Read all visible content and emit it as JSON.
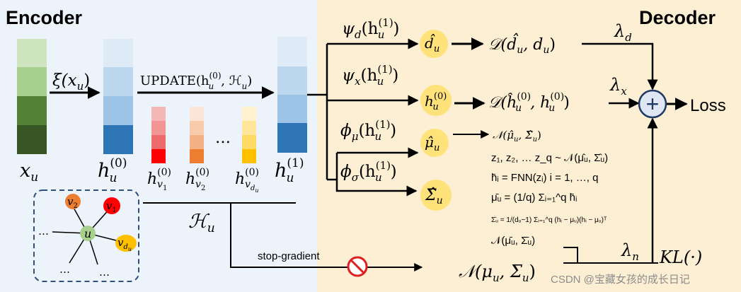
{
  "encoder": {
    "title": "Encoder",
    "xi_label": "ξ(x",
    "xi_sub": "u",
    "xi_tail": ")",
    "update_label": "UPDATE(h",
    "update_sub": "u",
    "update_sup": "(0)",
    "update_mid": ", ℋ",
    "update_sub2": "u",
    "update_tail": ")",
    "x_label": "x",
    "x_sub": "u",
    "h0_label": "h",
    "h0_sup": "(0)",
    "h0_sub": "u",
    "h1_label": "h",
    "h1_sup": "(1)",
    "h1_sub": "u",
    "hv1_label": "h",
    "hv1_sup": "(0)",
    "hv1_sub": "v",
    "hv1_subsub": "1",
    "hv2_label": "h",
    "hv2_sup": "(0)",
    "hv2_sub": "v",
    "hv2_subsub": "2",
    "hvd_label": "h",
    "hvd_sup": "(0)",
    "hvd_sub": "v",
    "hvd_subsub": "d",
    "hvd_subsubsub": "u",
    "neighbors_ellipsis": "…",
    "H_label": "ℋ",
    "H_sub": "u",
    "graph": {
      "center": "u",
      "v1": "v",
      "v1_sub": "1",
      "v2": "v",
      "v2_sub": "2",
      "vd": "v",
      "vd_sub": "d",
      "vd_subsub": "u",
      "dots": "…"
    },
    "colors": {
      "green_1": "#cfe5bf",
      "green_2": "#a8d08d",
      "green_3": "#538135",
      "green_4": "#375623",
      "blue_1": "#deebf7",
      "blue_2": "#bdd7ee",
      "blue_3": "#9dc3e6",
      "blue_4": "#2e75b6",
      "red_1": "#f4b6b6",
      "red_2": "#f19595",
      "red_3": "#ee6b6b",
      "red_4": "#ff0000",
      "orange_1": "#fbe5d6",
      "orange_2": "#f8cbad",
      "orange_3": "#f4b183",
      "orange_4": "#ed7d31",
      "yellow_1": "#fff2cc",
      "yellow_2": "#ffe699",
      "yellow_3": "#ffd966",
      "yellow_4": "#ffc000",
      "left_bg": "#ecf3fb",
      "right_bg": "#fdefd3"
    }
  },
  "decoder": {
    "title": "Decoder",
    "psi_d": "ψ",
    "psi_d_sub": "d",
    "psi_d_arg": "(h",
    "psi_d_arg_sup": "(1)",
    "psi_d_arg_sub": "u",
    "psi_d_tail": ")",
    "psi_x": "ψ",
    "psi_x_sub": "x",
    "psi_x_arg": "(h",
    "psi_x_arg_sup": "(1)",
    "psi_x_arg_sub": "u",
    "psi_x_tail": ")",
    "phi_mu": "ϕ",
    "phi_mu_sub": "μ",
    "phi_mu_arg": "(h",
    "phi_mu_arg_sup": "(1)",
    "phi_mu_arg_sub": "u",
    "phi_mu_tail": ")",
    "phi_sigma": "ϕ",
    "phi_sigma_sub": "σ",
    "phi_sigma_arg": "(h",
    "phi_sigma_arg_sup": "(1)",
    "phi_sigma_arg_sub": "u",
    "phi_sigma_tail": ")",
    "d_hat": "d̂",
    "d_hat_sub": "u",
    "h_hat": "h",
    "h_hat_sup": "(0)",
    "h_hat_sub": "u",
    "mu_hat": "μ̂",
    "mu_hat_sub": "u",
    "sigma_hat": "Σ̂",
    "sigma_hat_sub": "u",
    "D1": "𝒟(d̂",
    "D1_sub": "u",
    "D1_mid": ", d",
    "D1_sub2": "u",
    "D1_tail": ")",
    "D2": "𝒟(ĥ",
    "D2_sup": "(0)",
    "D2_sub": "u",
    "D2_mid": ", h",
    "D2_sup2": "(0)",
    "D2_sub2": "u",
    "D2_tail": ")",
    "N_hat": "𝒩(μ̂",
    "N_hat_sub": "u",
    "N_hat_mid": ", Σ̂",
    "N_hat_sub2": "u",
    "N_hat_tail": ")",
    "eq_sample": "z₁, z₂, … z_q ~ 𝒩(μ̂ᵤ, Σ̂ᵤ)",
    "eq_fnn": "h̄ᵢ = FNN(zᵢ) i = 1, …, q",
    "eq_mean": "μ̄ᵤ = (1/q) Σᵢ₌₁^q h̄ᵢ",
    "eq_cov": "Σ̄ᵤ = 1/(dᵤ−1) Σᵢ₌₁^q (hᵢ − μᵤ)(hᵢ − μᵤ)ᵀ",
    "N_bar": "𝒩(μ̄ᵤ, Σ̄ᵤ)",
    "N_u": "𝒩(μ",
    "N_u_sub": "u",
    "N_u_mid": ", Σ",
    "N_u_sub2": "u",
    "N_u_tail": ")",
    "lambda_d": "λ",
    "lambda_d_sub": "d",
    "lambda_x": "λ",
    "lambda_x_sub": "x",
    "lambda_n": "λ",
    "lambda_n_sub": "n",
    "kl": "KL(·)",
    "plus": "+",
    "loss": "Loss",
    "stop_gradient": "stop-gradient",
    "watermark": "CSDN @宝藏女孩的成长日记"
  }
}
